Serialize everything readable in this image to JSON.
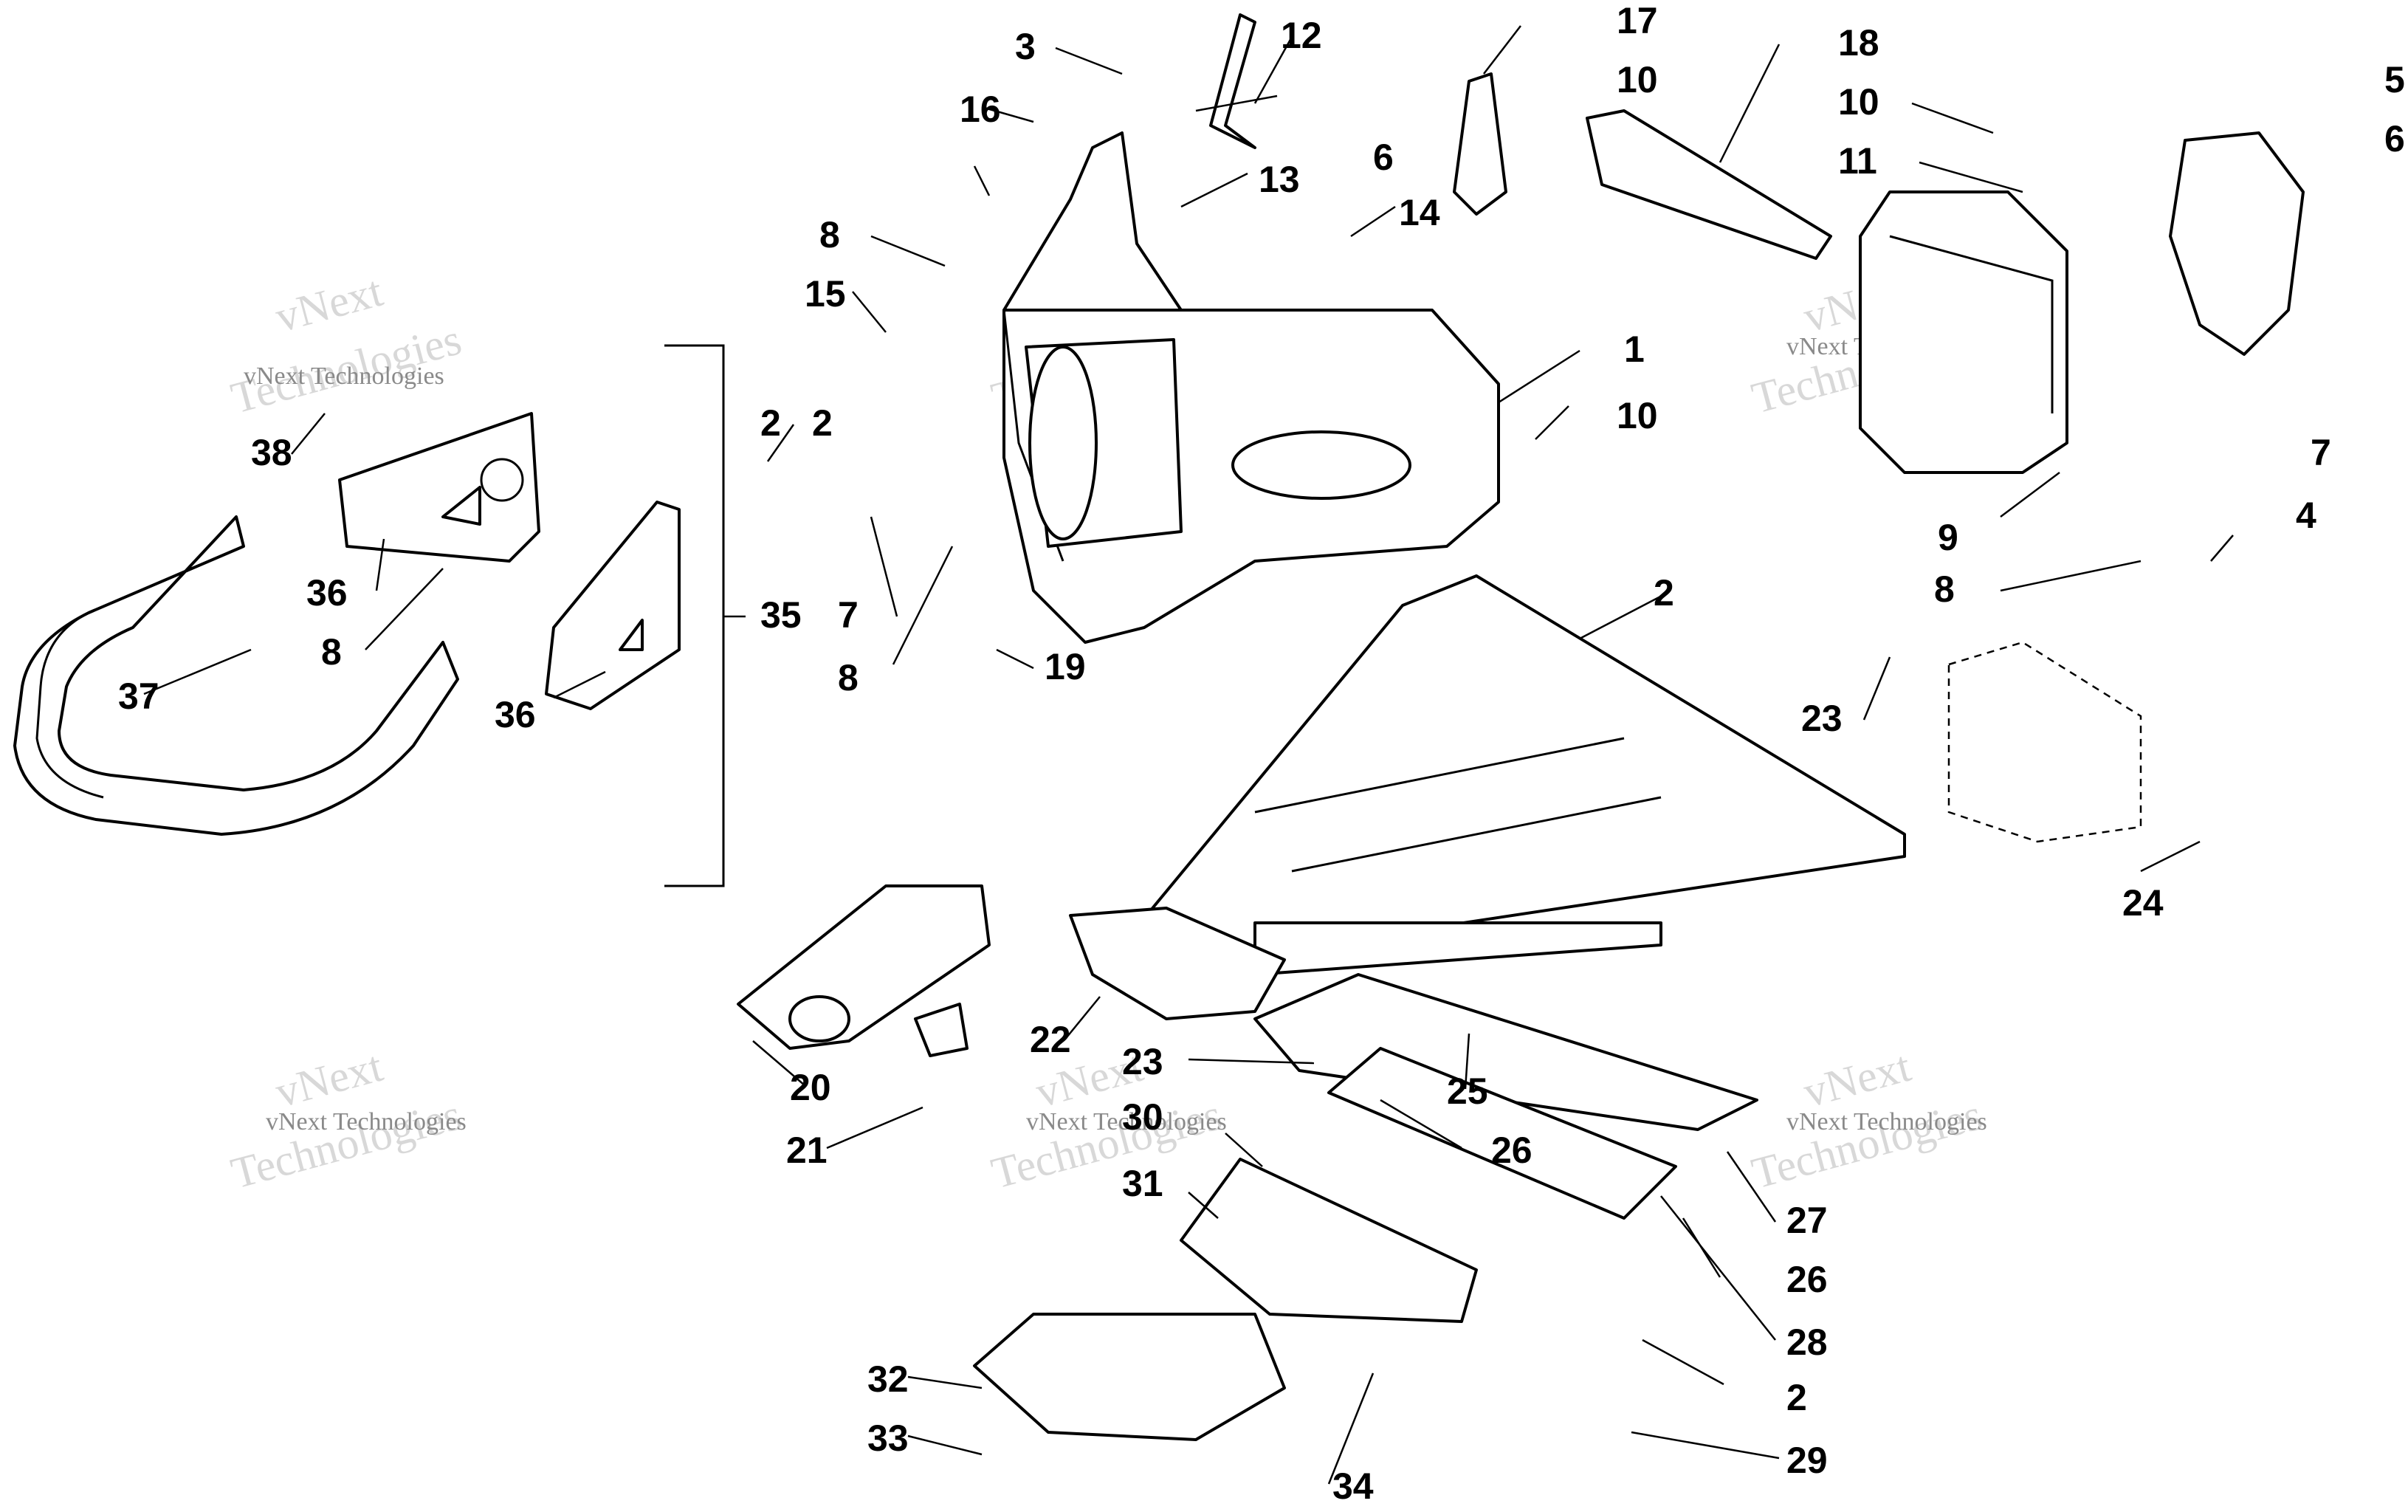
{
  "diagram": {
    "watermark": {
      "brand": "vNext Technologies",
      "word_top": "vNext",
      "word_bottom": "Technologies"
    },
    "callouts": [
      "1",
      "2",
      "2",
      "2",
      "2",
      "3",
      "4",
      "5",
      "6",
      "6",
      "7",
      "7",
      "8",
      "8",
      "8",
      "8",
      "9",
      "10",
      "10",
      "10",
      "11",
      "12",
      "13",
      "14",
      "15",
      "16",
      "17",
      "18",
      "19",
      "20",
      "21",
      "22",
      "23",
      "23",
      "24",
      "25",
      "26",
      "26",
      "27",
      "28",
      "29",
      "30",
      "31",
      "32",
      "33",
      "34",
      "35",
      "36",
      "36",
      "37",
      "38"
    ]
  }
}
